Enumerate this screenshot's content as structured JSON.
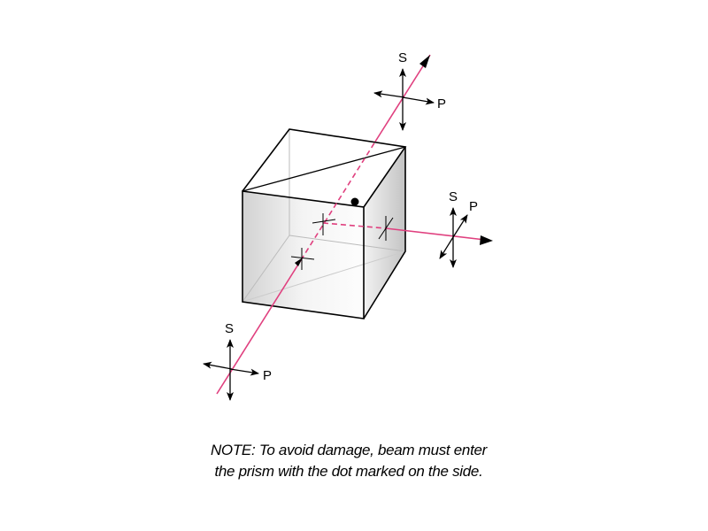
{
  "labels": {
    "input_s": "S",
    "input_p": "P",
    "transmitted_s": "S",
    "transmitted_p": "P",
    "reflected_s": "S",
    "reflected_p": "P"
  },
  "note": {
    "line1": "NOTE: To avoid damage, beam must enter",
    "line2": "the prism with the dot marked on the side."
  },
  "colors": {
    "beam": "#e0407f",
    "outline": "#000000"
  }
}
